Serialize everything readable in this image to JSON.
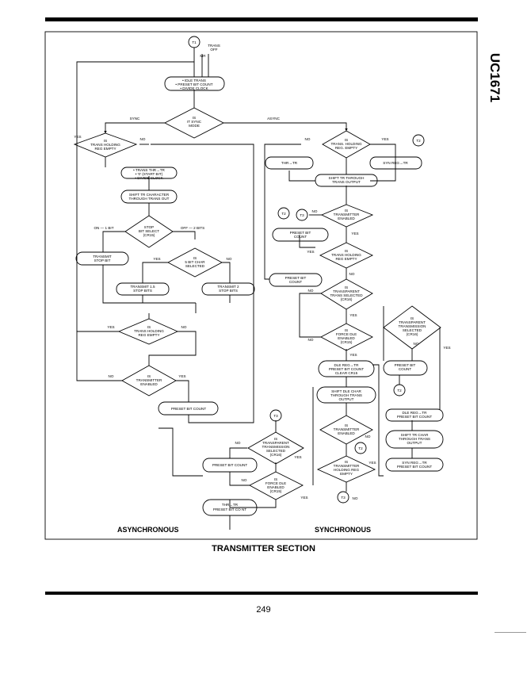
{
  "header": {
    "part_number": "UC1671"
  },
  "figure": {
    "caption": "TRANSMITTER SECTION",
    "async_label": "ASYNCHRONOUS",
    "sync_label": "SYNCHRONOUS",
    "page_number": "249",
    "nodes": {
      "t1": "T1",
      "trans_off_1": "TRANS",
      "trans_off_2": "OFF",
      "mr": "MR",
      "idle_1": "• IDLE TRANS",
      "idle_2": "• PRESET BIT COUNT",
      "idle_3": "• DIVIDE CLOCK",
      "sync_q_1": "IS",
      "sync_q_2": "IT SYNC",
      "sync_q_3": "MODE",
      "sync": "SYNC",
      "async": "ASYNC",
      "athr_1": "IS",
      "athr_2": "TRANS HOLDING",
      "athr_3": "REG EMPTY",
      "yes": "YES",
      "no": "NO",
      "start_1": "• TRANS THR→TR",
      "start_2": "• '0' (START BIT)",
      "start_3": "• DIVIDE CLOCK",
      "shift_1": "SHIFT TR CHARACTER",
      "shift_2": "THROUGH TRANS OUT",
      "stop_1": "STOP",
      "stop_2": "BIT SELECT",
      "stop_3": "(CR15)",
      "on1": "ON — 1 BIT",
      "off2": "OFF — 2 BITS",
      "tsb_1": "TRANSMIT",
      "tsb_2": "STOP BIT",
      "five_1": "IS",
      "five_2": "5 BIT CHAR",
      "five_3": "SELECTED",
      "t15_1": "TRANSMIT 1.5",
      "t15_2": "STOP BITS",
      "t2s_1": "TRANSMIT 2",
      "t2s_2": "STOP BITS",
      "athr2_1": "IS",
      "athr2_2": "TRANS HOLDING",
      "athr2_3": "REG EMPTY",
      "ten_1": "IS",
      "ten_2": "TRANSMITTER",
      "ten_3": "ENABLED",
      "pbc": "PRESET BIT COUNT",
      "sthr_1": "IS",
      "sthr_2": "TRANS. HOLDING",
      "sthr_3": "REG. EMPTY",
      "t2": "T2",
      "thr_tr": "THR→TR",
      "syn_tr": "SYN REG→TR",
      "sshift_1": "SHIFT TR THROUGH",
      "sshift_2": "TRANS OUTPUT",
      "sten_1": "IS",
      "sten_2": "TRANSMITTER",
      "sten_3": "ENABLED",
      "t3": "T3",
      "pb_1": "PRESET BIT",
      "pb_2": "COUNT",
      "ts_1": "IS",
      "ts_2": "TRANS HOLDING",
      "ts_3": "REG EMPTY",
      "pb2_1": "PRESET BIT",
      "pb2_2": "COUNT",
      "tts_1": "IS",
      "tts_2": "TRANSPARENT",
      "tts_3": "TRANS SELECTED",
      "tts_4": "(CR16)",
      "fdle_1": "IS",
      "fdle_2": "FORCE DLE",
      "fdle_3": "ENABLED",
      "fdle_4": "(CR15)",
      "ttr_1": "IS",
      "ttr_2": "TRANSPARENT",
      "ttr_3": "TRANSMISSION",
      "ttr_4": "SELECTED",
      "ttr_5": "(CR16)",
      "dle_1": "DLE REG→TR",
      "dle_2": "PRESET BIT COUNT",
      "dle_3": "CLEAR CR15",
      "pb3_1": "PRESET BIT",
      "pb3_2": "COUNT",
      "sdle_1": "SHIFT DLE CHAR",
      "sdle_2": "THROUGH TRANS",
      "sdle_3": "OUTPUT",
      "dle2_1": "DLE REG→TR",
      "dle2_2": "PRESET BIT COUNT",
      "ten2_1": "IS",
      "ten2_2": "TRANSMITTER",
      "ten2_3": "ENABLED",
      "stc_1": "SHIFT TR CHAR",
      "stc_2": "THROUGH TRANS",
      "stc_3": "OUTPUT",
      "syn2_1": "SYN REG→TR",
      "syn2_2": "PRESET BIT COUNT",
      "thr2_1": "IS",
      "thr2_2": "TRANSMITTER",
      "thr2_3": "HOLDING REG",
      "thr2_4": "EMPTY",
      "tsel_1": "IS",
      "tsel_2": "TRANSPARENT",
      "tsel_3": "TRANSMISSION",
      "tsel_4": "SELECTED",
      "tsel_5": "(CR16)",
      "pbc2": "PRESET BIT COUNT",
      "fd2_1": "IS",
      "fd2_2": "FORCE DLE",
      "fd2_3": "ENABLED",
      "fd2_4": "(CR15)",
      "thrpb_1": "THR→TR",
      "thrpb_2": "PRESET BIT CO NT"
    }
  }
}
